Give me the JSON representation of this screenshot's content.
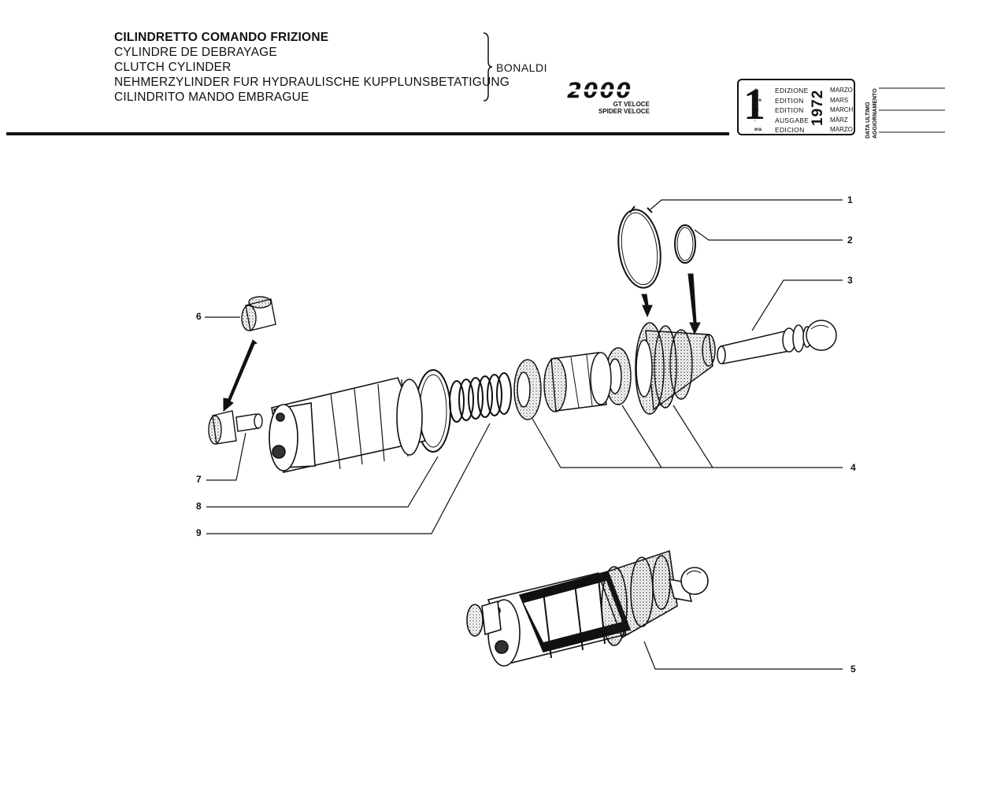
{
  "header": {
    "titles": [
      "CILINDRETTO COMANDO FRIZIONE",
      "CYLINDRE DE DEBRAYAGE",
      "CLUTCH CYLINDER",
      "NEHMERZYLINDER FUR HYDRAULISCHE KUPPLUNSBETATIGUNG",
      "CILINDRITO MANDO EMBRAGUE"
    ],
    "manufacturer": "BONALDI",
    "model_logo": "2000",
    "model_variants": [
      "GT VELOCE",
      "SPIDER VELOCE"
    ]
  },
  "edition_box": {
    "number": "1",
    "ordinal_suffixes": [
      "a",
      "ère",
      "st",
      ".",
      "era"
    ],
    "edition_words": [
      "EDIZIONE",
      "EDITION",
      "EDITION",
      "AUSGABE",
      "EDICION"
    ],
    "year": "1972",
    "months": [
      "MARZO",
      "MARS",
      "MARCH",
      "MÄRZ",
      "MARZO"
    ],
    "update_label": [
      "DATA ULTIMO",
      "AGGIORNAMENTO"
    ]
  },
  "callouts": [
    "1",
    "2",
    "3",
    "4",
    "5",
    "6",
    "7",
    "8",
    "9"
  ]
}
